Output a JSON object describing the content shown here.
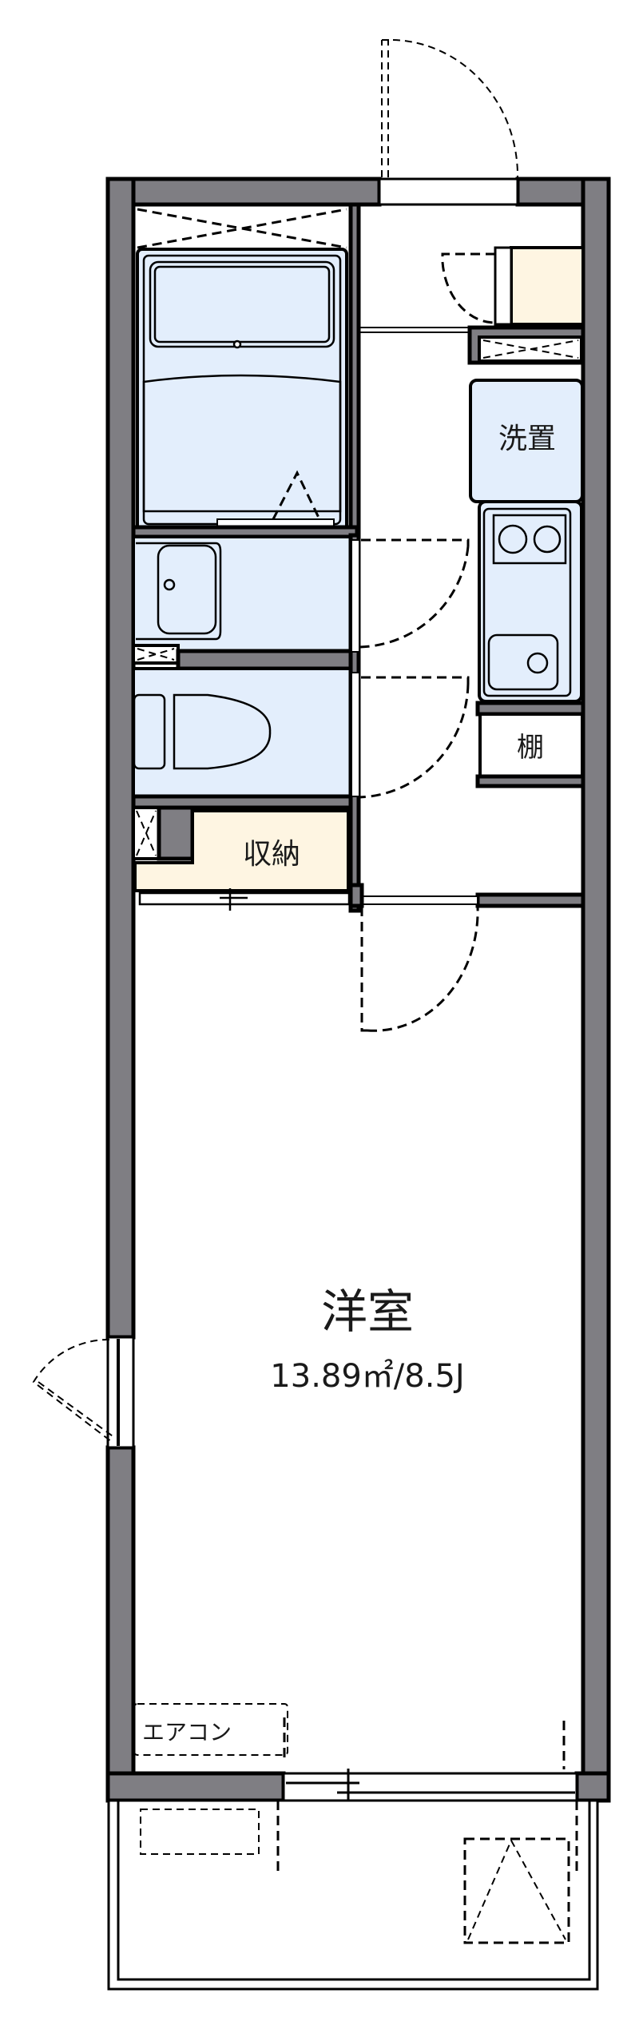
{
  "floorplan": {
    "rooms": {
      "western_room": {
        "name": "洋室",
        "area": "13.89㎡/8.5J"
      },
      "storage": {
        "name": "収納"
      },
      "laundry": {
        "name": "洗置"
      },
      "shelf": {
        "name": "棚"
      },
      "aircon": {
        "name": "エアコン"
      }
    },
    "colors": {
      "wall": "#7f7e83",
      "wet_area": "#e3eefc",
      "storage": "#fef5e2",
      "line": "#000000"
    }
  }
}
